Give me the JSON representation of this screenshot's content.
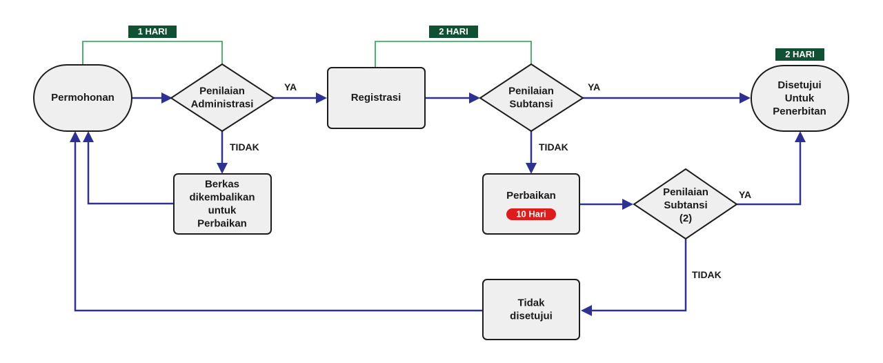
{
  "nodes": {
    "permohonan": {
      "lines": [
        "Permohonan"
      ]
    },
    "penilaian_administrasi": {
      "lines": [
        "Penilaian",
        "Administrasi"
      ]
    },
    "registrasi": {
      "lines": [
        "Registrasi"
      ]
    },
    "penilaian_subtansi": {
      "lines": [
        "Penilaian",
        "Subtansi"
      ]
    },
    "disetujui": {
      "lines": [
        "Disetujui",
        "Untuk",
        "Penerbitan"
      ]
    },
    "berkas": {
      "lines": [
        "Berkas",
        "dikembalikan",
        "untuk",
        "Perbaikan"
      ]
    },
    "perbaikan": {
      "lines": [
        "Perbaikan"
      ]
    },
    "penilaian_subtansi_2": {
      "lines": [
        "Penilaian",
        "Subtansi",
        "(2)"
      ]
    },
    "tidak_disetujui": {
      "lines": [
        "Tidak",
        "disetujui"
      ]
    }
  },
  "badges": {
    "admin_duration": "1 HARI",
    "registrasi_duration": "2 HARI",
    "disetujui_duration": "2 HARI",
    "perbaikan_duration": "10 Hari"
  },
  "edge_labels": {
    "admin_ya": "YA",
    "admin_tidak": "TIDAK",
    "subtansi_ya": "YA",
    "subtansi_tidak": "TIDAK",
    "subtansi2_ya": "YA",
    "subtansi2_tidak": "TIDAK"
  },
  "colors": {
    "arrow": "#2e3192",
    "bracket": "#22a04b",
    "badge": "#0f5132",
    "pill": "#e01b1b",
    "node_fill": "#efefef"
  }
}
